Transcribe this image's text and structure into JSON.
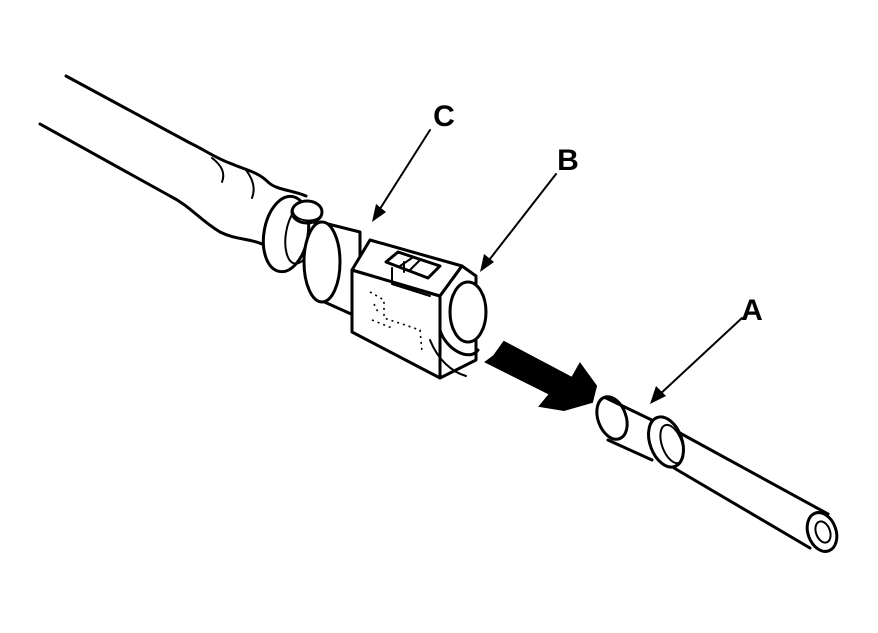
{
  "diagram": {
    "callouts": [
      {
        "id": "A",
        "text": "A"
      },
      {
        "id": "B",
        "text": "B"
      },
      {
        "id": "C",
        "text": "C"
      }
    ]
  }
}
